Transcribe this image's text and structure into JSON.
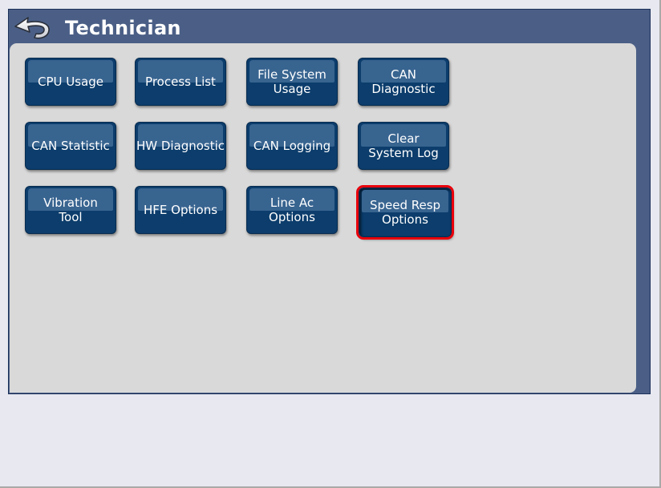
{
  "header": {
    "title": "Technician",
    "back_icon": "back-arrow-icon"
  },
  "colors": {
    "frame": "#4b5f86",
    "panel": "#d9d9d9",
    "button": "#0c3d6c",
    "button_gloss": "#386490",
    "selection": "#e8000b",
    "background": "#e6e7ef"
  },
  "buttons": [
    {
      "label": "CPU Usage"
    },
    {
      "label": "Process List"
    },
    {
      "label": "File System\nUsage"
    },
    {
      "label": "CAN\nDiagnostic"
    },
    {
      "label": "CAN Statistic"
    },
    {
      "label": "HW Diagnostic"
    },
    {
      "label": "CAN Logging"
    },
    {
      "label": "Clear\nSystem Log"
    },
    {
      "label": "Vibration\nTool"
    },
    {
      "label": "HFE Options"
    },
    {
      "label": "Line Ac\nOptions"
    },
    {
      "label": "Speed Resp\nOptions",
      "selected": true
    }
  ]
}
